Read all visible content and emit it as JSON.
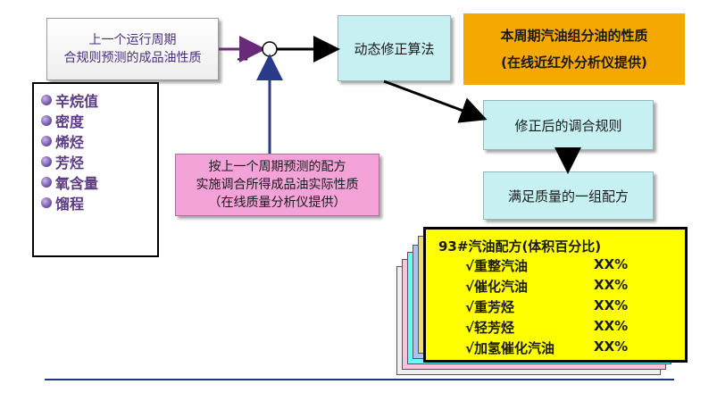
{
  "prev_period_box": {
    "line1": "上一个运行周期",
    "line2": "合规则预测的成品油性质"
  },
  "properties": [
    "辛烷值",
    "密度",
    "烯烃",
    "芳烃",
    "氧含量",
    "馏程"
  ],
  "algorithm_box": {
    "label": "动态修正算法"
  },
  "gasoline_box": {
    "line1": "本周期汽油组分油的性质",
    "line2": "(在线近红外分析仪提供)"
  },
  "corrected_rule_box": {
    "label": "修正后的调合规则"
  },
  "recipe_box": {
    "label": "满足质量的一组配方"
  },
  "actual_box": {
    "line1": "按上一个周期预测的配方",
    "line2": "实施调合所得成品油实际性质",
    "line3": "（在线质量分析仪提供）"
  },
  "junction": {
    "minus_sign": "−"
  },
  "formula": {
    "title": "93#汽油配方(体积百分比)",
    "items": [
      {
        "name": "√重整汽油",
        "value": "XX%"
      },
      {
        "name": "√催化汽油",
        "value": "XX%"
      },
      {
        "name": "√重芳烃",
        "value": "XX%"
      },
      {
        "name": "√轻芳烃",
        "value": "XX%"
      },
      {
        "name": "√加氢催化汽油",
        "value": "XX%"
      }
    ]
  },
  "colors": {
    "algorithm_box": "#c7f0f3",
    "gasoline_box": "#f5a800",
    "actual_box": "#f4a3d8",
    "formula_box": "#ffff00",
    "purple_arrow": "#6a2a7a",
    "blue_arrow": "#2a3a8a"
  }
}
